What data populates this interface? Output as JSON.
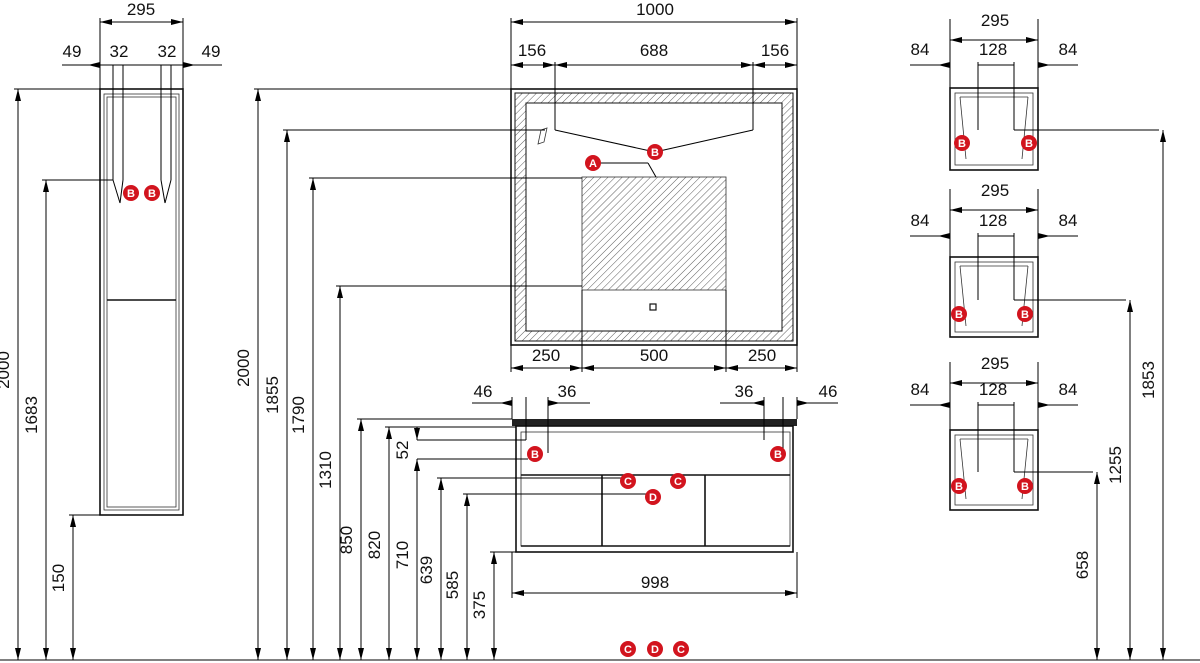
{
  "tall_cabinet": {
    "width": "295",
    "offsets": [
      "49",
      "32",
      "32",
      "49"
    ],
    "heights": [
      "2000",
      "1683",
      "150"
    ],
    "markers": [
      "B",
      "B"
    ]
  },
  "mirror": {
    "width": "1000",
    "top_offsets": [
      "156",
      "688",
      "156"
    ],
    "bottom_offsets": [
      "250",
      "500",
      "250"
    ],
    "heights": [
      "2000",
      "1855",
      "1790",
      "1310"
    ],
    "markers": [
      "A",
      "B"
    ]
  },
  "vanity": {
    "width": "998",
    "left_offsets": [
      "46",
      "36"
    ],
    "right_offsets": [
      "36",
      "46"
    ],
    "heights": [
      "850",
      "820",
      "710",
      "52",
      "639",
      "585",
      "375"
    ],
    "markers": [
      "B",
      "B",
      "C",
      "C",
      "D"
    ],
    "floor_markers": [
      "C",
      "D",
      "C"
    ]
  },
  "wall_boxes": [
    {
      "width": "295",
      "offsets": [
        "84",
        "128",
        "84"
      ],
      "height": "1853",
      "markers": [
        "B",
        "B"
      ]
    },
    {
      "width": "295",
      "offsets": [
        "84",
        "128",
        "84"
      ],
      "height": "1255",
      "markers": [
        "B",
        "B"
      ]
    },
    {
      "width": "295",
      "offsets": [
        "84",
        "128",
        "84"
      ],
      "height": "658",
      "markers": [
        "B",
        "B"
      ]
    }
  ],
  "colors": {
    "marker": "#d2141e",
    "line": "#000000"
  }
}
